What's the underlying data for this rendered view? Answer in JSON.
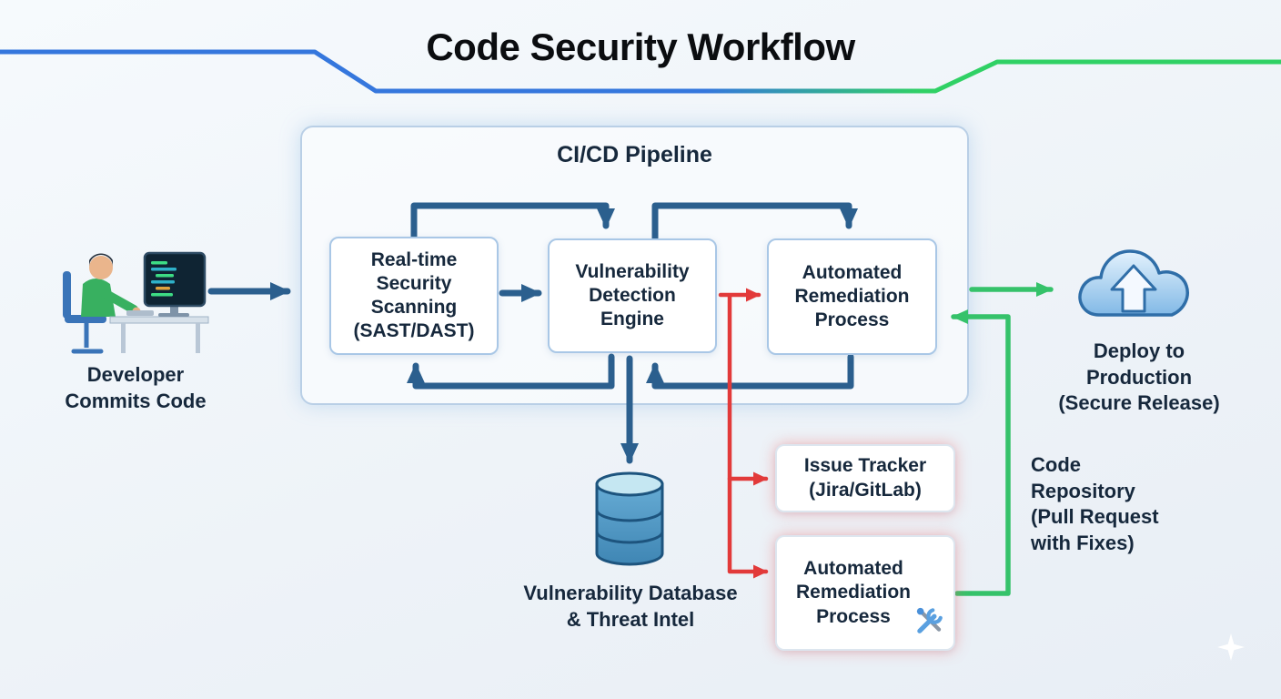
{
  "title": "Code Security Workflow",
  "developer": {
    "label": "Developer\nCommits Code"
  },
  "pipeline": {
    "title": "CI/CD Pipeline",
    "scanning": "Real-time\nSecurity\nScanning\n(SAST/DAST)",
    "detection": "Vulnerability\nDetection\nEngine",
    "remediation": "Automated\nRemediation\nProcess"
  },
  "database": {
    "label": "Vulnerability Database\n& Threat Intel"
  },
  "issue_tracker": {
    "label": "Issue Tracker\n(Jira/GitLab)"
  },
  "remediation_bottom": {
    "label": "Automated\nRemediation\nProcess"
  },
  "deploy": {
    "label": "Deploy to\nProduction\n(Secure Release)"
  },
  "code_repository": {
    "label": "Code\nRepository\n(Pull Request\nwith Fixes)"
  },
  "icons": {
    "developer": "developer-at-computer",
    "database": "database-cylinder",
    "cloud": "cloud-upload",
    "tools": "wrench-and-screwdriver",
    "sparkle": "sparkle"
  },
  "colors": {
    "arrow_blue": "#2b5f8e",
    "arrow_red": "#e23a3a",
    "arrow_green": "#35c26a",
    "box_border": "#a9c7e6",
    "label_text": "#16283c",
    "title_text": "#0b0d10",
    "deco_blue": "#3577dd",
    "deco_green": "#30d165"
  }
}
